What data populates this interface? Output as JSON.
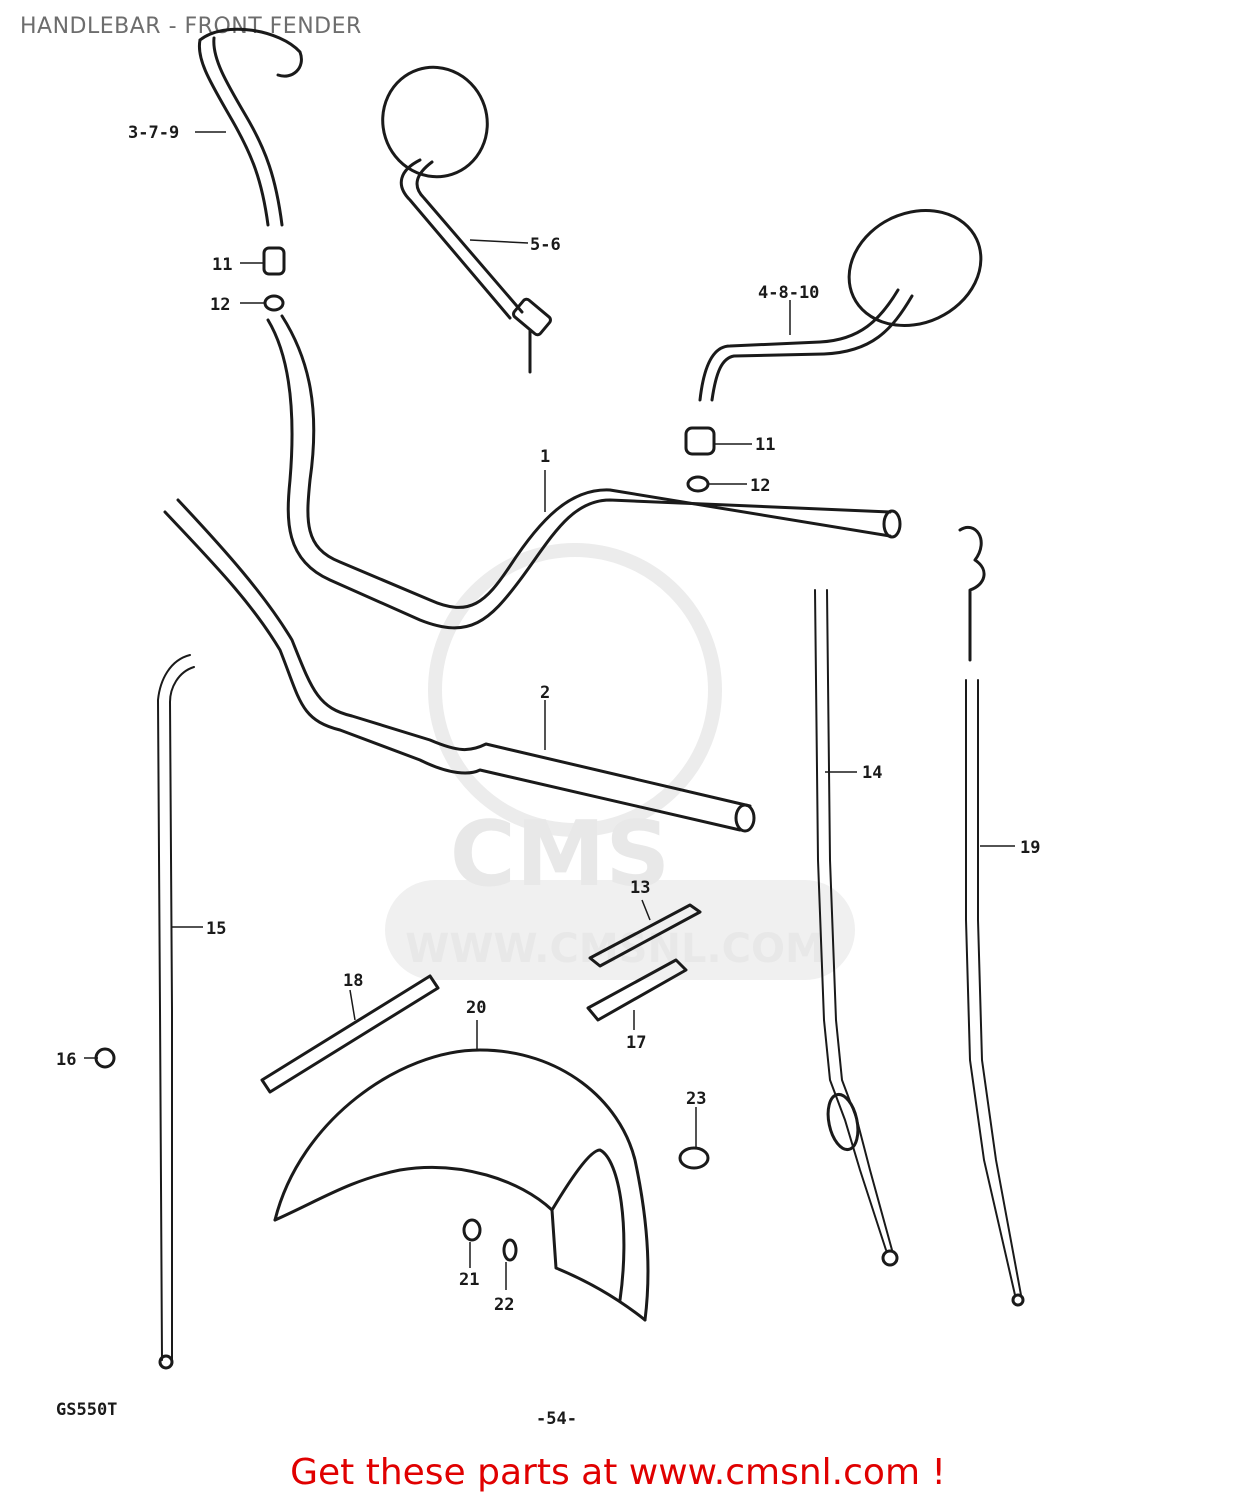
{
  "page_title": "HANDLEBAR - FRONT FENDER",
  "watermark": {
    "logo_text": "CMS",
    "url_text": "WWW.CMSNL.COM"
  },
  "diagram": {
    "model_code": "GS550T",
    "page_number": "-54-",
    "callouts": [
      "3-7-9",
      "5-6",
      "11",
      "12",
      "4-8-10",
      "11",
      "12",
      "1",
      "2",
      "14",
      "19",
      "15",
      "13",
      "17",
      "18",
      "20",
      "16",
      "23",
      "21",
      "22"
    ]
  },
  "footer": {
    "cta_text": "Get these parts at www.cmsnl.com !",
    "cta_color": "#e00000"
  }
}
